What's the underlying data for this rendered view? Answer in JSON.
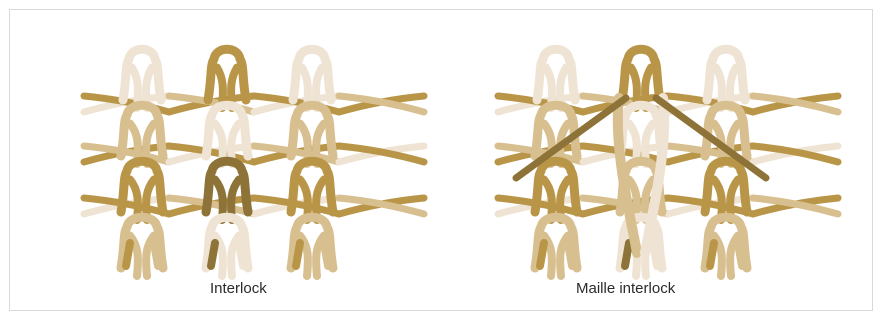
{
  "figures": [
    {
      "caption": "Interlock",
      "variant": "interlock"
    },
    {
      "caption": "Maille interlock",
      "variant": "maille-interlock"
    }
  ],
  "colors": {
    "light_yarn": "#efe4d3",
    "tan_yarn": "#d8bf8f",
    "gold_yarn": "#b99548",
    "dark_yarn": "#8e7338",
    "caption_text": "#2b2b2b",
    "frame_border": "#d9d9d9"
  }
}
